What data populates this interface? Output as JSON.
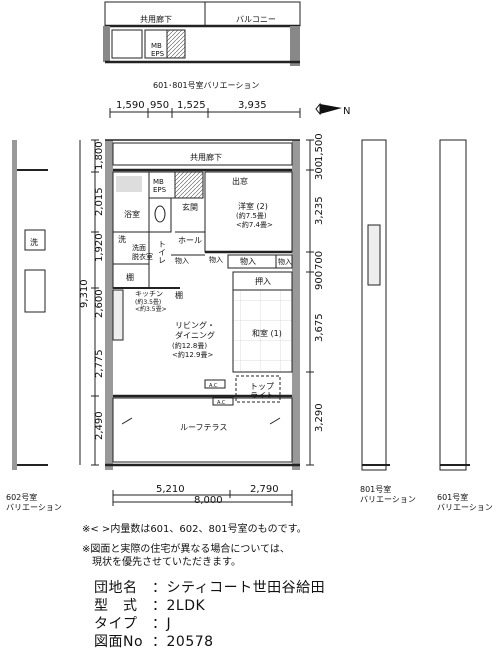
{
  "variation_601_801": {
    "corridor": "共用廊下",
    "balcony": "バルコニー",
    "mb": "MB",
    "eps": "EPS",
    "caption": "601･801号室バリエーション"
  },
  "top_dimensions": [
    "1,590",
    "950",
    "1,525",
    "3,935"
  ],
  "left_dimensions": [
    "1,800",
    "2,015",
    "1,920",
    "2,600",
    "9,310",
    "2,775",
    "2,490"
  ],
  "right_dimensions": [
    "300",
    "1,500",
    "3,235",
    "900",
    "700",
    "3,675",
    "3,290"
  ],
  "bottom_dimensions": [
    "5,210",
    "2,790",
    "8,000"
  ],
  "rooms": {
    "corridor": "共用廊下",
    "entrance": "玄関",
    "mb": "MB",
    "eps": "EPS",
    "bath": "浴室",
    "toilet": "トイレ",
    "wash": "洗",
    "washroom_1": "洗面",
    "washroom_2": "脱衣室",
    "hall": "ホール",
    "western_name": "洋室 (2)",
    "western_size_1": "(約7.5畳)",
    "western_size_2": "<約7.4畳>",
    "storage_1": "物入",
    "storage_2": "物入",
    "storage_3": "物入",
    "storage_4": "物入",
    "shelf_1": "棚",
    "shelf_2": "棚",
    "oshiire": "押入",
    "kitchen_name": "キッチン",
    "kitchen_size_1": "(約3.5畳)",
    "kitchen_size_2": "<約3.5畳>",
    "ld_name_1": "リビング・",
    "ld_name_2": "ダイニング",
    "ld_size_1": "(約12.8畳)",
    "ld_size_2": "<約12.9畳>",
    "washitsu": "和室 (1)",
    "toplight_1": "トップ",
    "toplight_2": "ライト",
    "ac_1": "A.C",
    "ac_2": "A.C",
    "roof_terrace": "ルーフテラス",
    "north": "N"
  },
  "caption_602": "602号室\nバリエーション",
  "caption_801": "801号室\nバリエーション",
  "caption_601": "601号室\nバリエーション",
  "notes": [
    "※< >内量数は601、602、801号室のものです。",
    "※図面と実際の住宅が異なる場合については、",
    "　現状を優先させていただきます。"
  ],
  "info": [
    {
      "label": "団地名",
      "value": "：シティコート世田谷給田"
    },
    {
      "label": "型　式",
      "value": "：2LDK"
    },
    {
      "label": "タイプ",
      "value": "：J"
    },
    {
      "label": "図面No",
      "value": "：20578"
    }
  ]
}
